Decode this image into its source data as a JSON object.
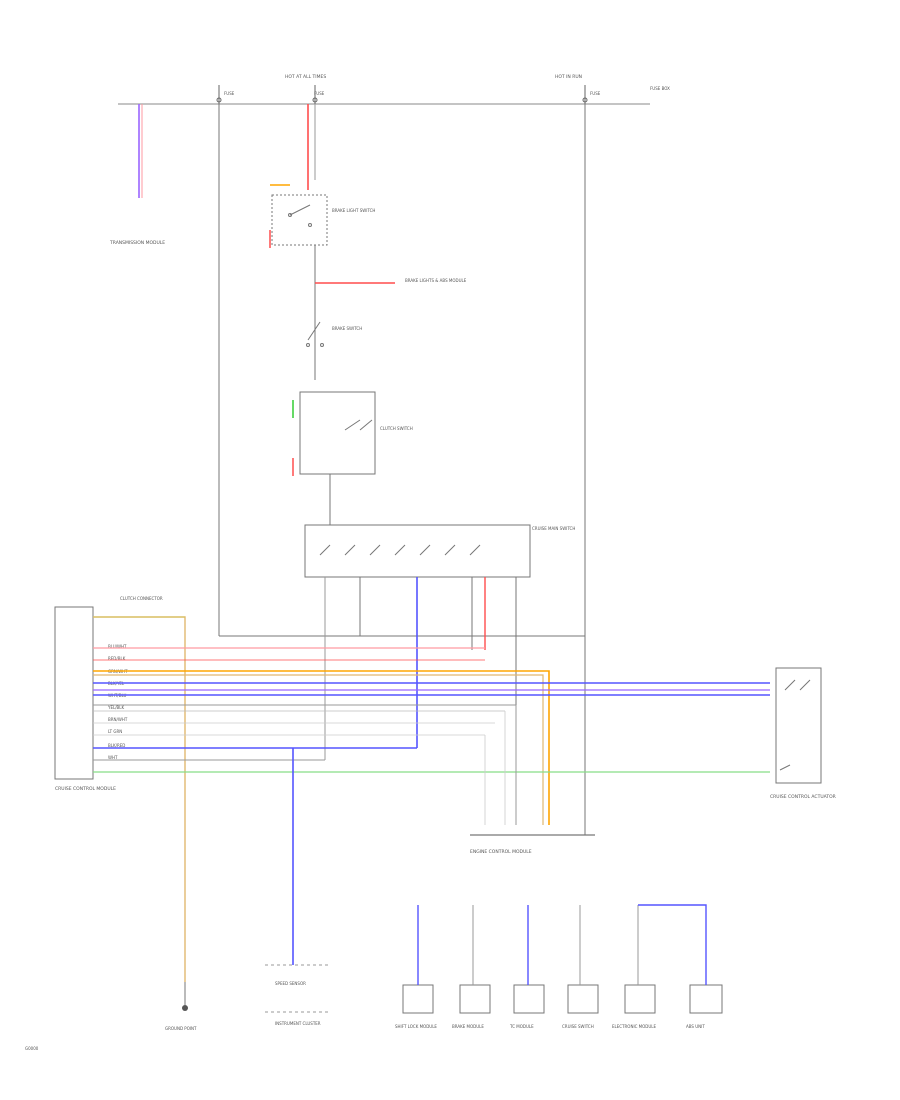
{
  "labels": {
    "hot_all_times": "HOT AT ALL TIMES",
    "hot_in_run": "HOT IN RUN",
    "fuse_box_note": "FUSE BOX",
    "fuse_a": "FUSE",
    "fuse_b": "FUSE",
    "fuse_c": "FUSE",
    "transmission_module": "TRANSMISSION MODULE",
    "brake_light_switch": "BRAKE LIGHT SWITCH",
    "brake_lights_abs": "BRAKE LIGHTS & ABS MODULE",
    "brake_switch_2": "BRAKE SWITCH",
    "clutch_switch": "CLUTCH SWITCH",
    "cruise_main": "CRUISE MAIN SWITCH",
    "cruise_control_module": "CRUISE CONTROL MODULE",
    "clutch_connector": "CLUTCH CONNECTOR",
    "engine_control_module": "ENGINE CONTROL MODULE",
    "cruise_control_actuator": "CRUISE CONTROL ACTUATOR",
    "speed_sensor": "SPEED SENSOR",
    "ground_point": "GROUND POINT",
    "instrument_cluster": "INSTRUMENT CLUSTER",
    "shift_lock": "SHIFT LOCK MODULE",
    "brake_module": "BRAKE MODULE",
    "tc_module": "TC MODULE",
    "cruise_switch_bottom": "CRUISE SWITCH",
    "electronic_module": "ELECTRONIC MODULE",
    "abs_unit": "ABS UNIT",
    "figure_id": "G0000"
  },
  "wire_colors": {
    "red": "#ff4d4d",
    "pink": "#ff9aa2",
    "orange": "#ffa500",
    "tan": "#e0b870",
    "blue": "#5555ff",
    "violet": "#9a66ff",
    "green": "#33cc33",
    "lightgreen": "#88dd88",
    "gray": "#9a9a9a",
    "black": "#333333"
  },
  "wire_codes": [
    "BLU/WHT",
    "RED/BLK",
    "GRN/WHT",
    "BLK/YEL",
    "WHT/BLU",
    "YEL/BLK",
    "BRN/WHT",
    "LT GRN",
    "BLK/RED",
    "WHT"
  ]
}
